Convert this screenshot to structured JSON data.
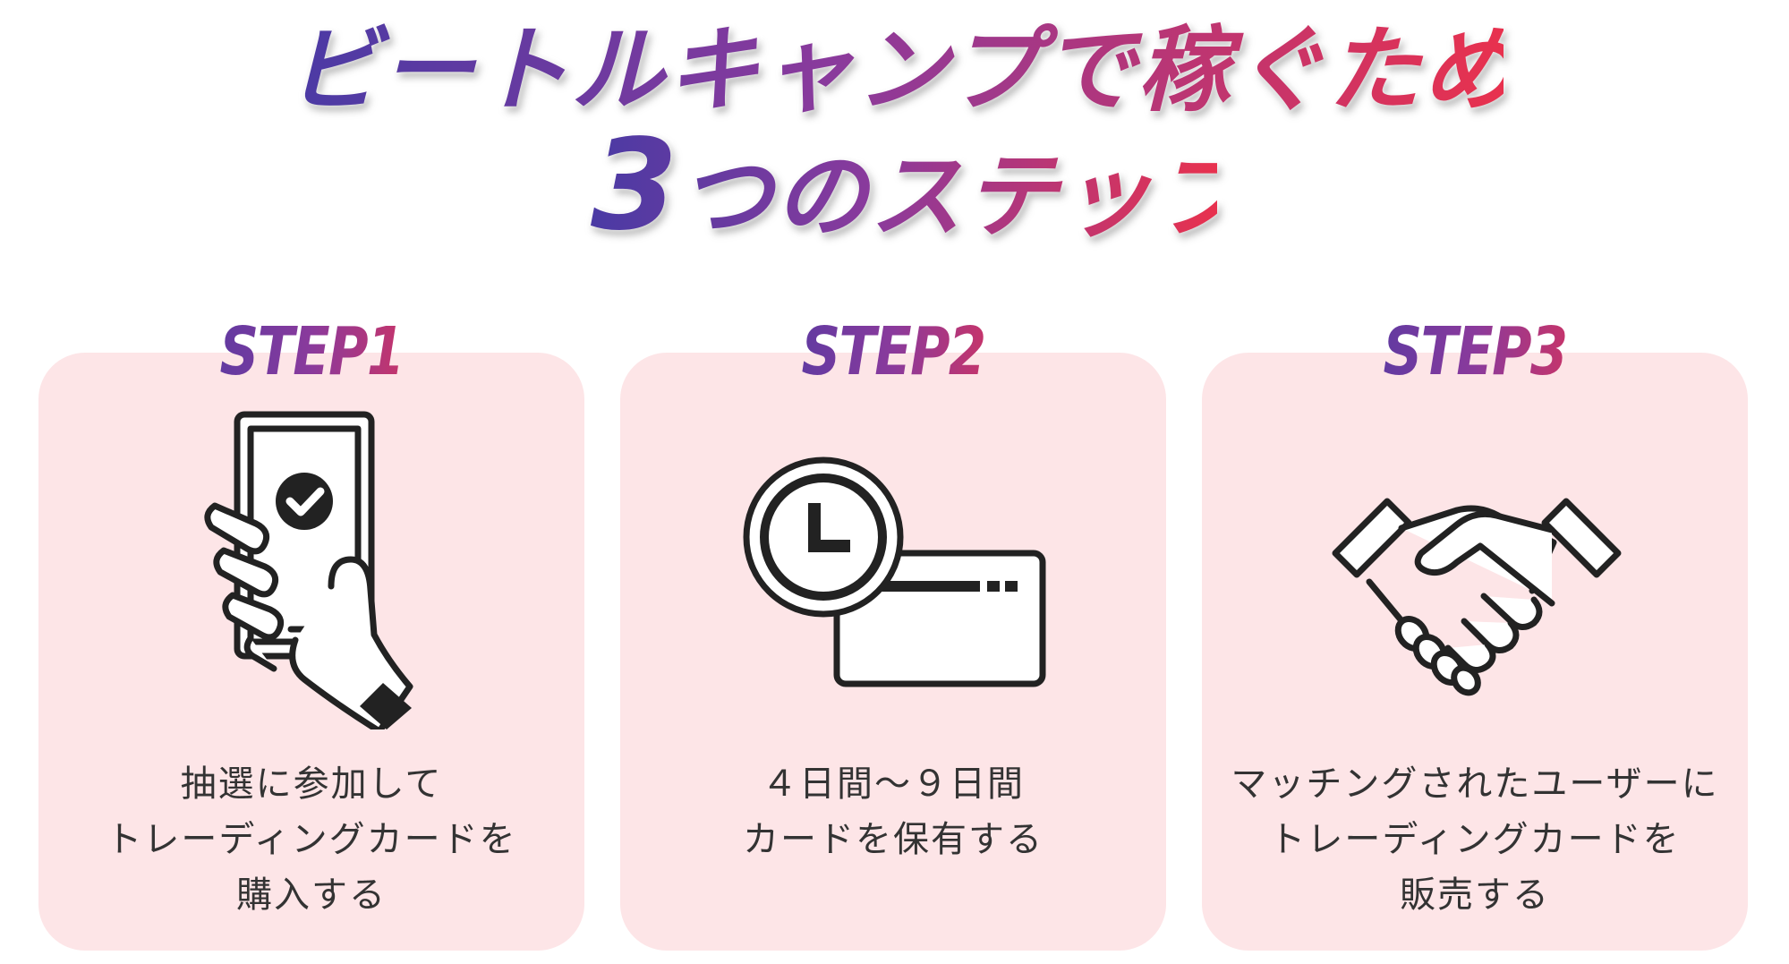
{
  "headline": {
    "line1": "ビートルキャンプで稼ぐための",
    "line2_number": "3",
    "line2_rest": "つのステップ"
  },
  "colors": {
    "gradient_start": "#4a3aa4",
    "gradient_mid": "#8a3a9c",
    "gradient_end": "#e8314e",
    "card_background": "#fde5e7",
    "text": "#333333",
    "icon_stroke": "#222222"
  },
  "steps": [
    {
      "label": "STEP1",
      "icon": "hand-holding-phone-check-icon",
      "lines": [
        "抽選に参加して",
        "トレーディングカードを",
        "購入する"
      ]
    },
    {
      "label": "STEP2",
      "icon": "clock-card-icon",
      "lines": [
        "４日間～９日間",
        "カードを保有する"
      ]
    },
    {
      "label": "STEP3",
      "icon": "handshake-icon",
      "lines": [
        "マッチングされたユーザーに",
        "トレーディングカードを",
        "販売する"
      ]
    }
  ]
}
